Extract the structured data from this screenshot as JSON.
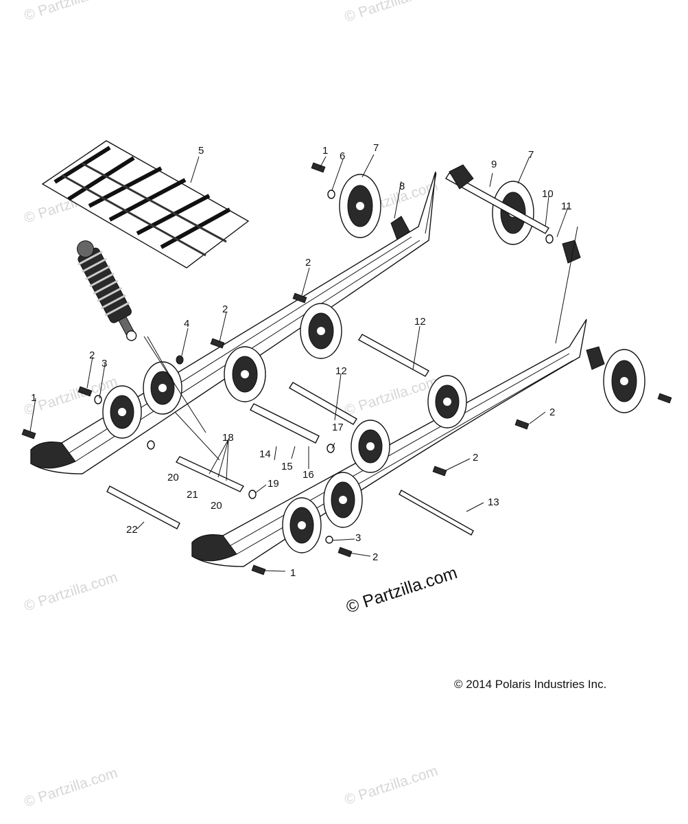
{
  "watermarks": {
    "site_mark": "© Partzilla.com",
    "center_mark": "© Partzilla.com"
  },
  "copyright": "© 2014 Polaris Industries Inc.",
  "callouts": [
    "1",
    "2",
    "3",
    "4",
    "5",
    "6",
    "7",
    "8",
    "9",
    "10",
    "11",
    "12",
    "13",
    "14",
    "15",
    "16",
    "17",
    "18",
    "19",
    "20",
    "21",
    "22"
  ]
}
